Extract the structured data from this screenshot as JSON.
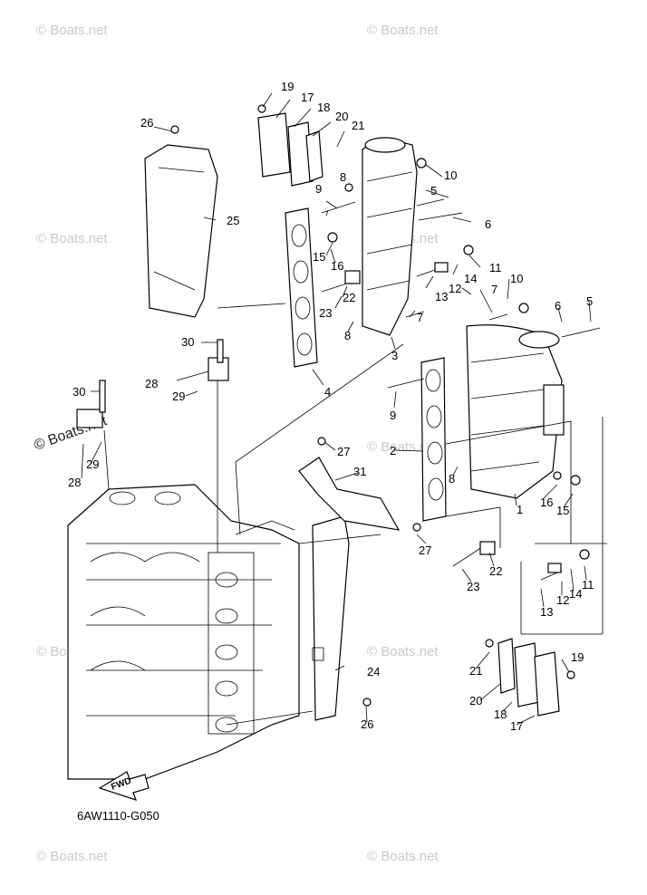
{
  "diagram": {
    "drawing_code": "6AW1110-G050",
    "fwd_label": "FWD",
    "watermark_text": "© Boats.net",
    "colors": {
      "line": "#000000",
      "background": "#ffffff",
      "watermark": "#c9c9c9"
    },
    "callouts": [
      "19",
      "17",
      "18",
      "20",
      "21",
      "26",
      "10",
      "8",
      "9",
      "5",
      "6",
      "25",
      "15",
      "16",
      "11",
      "14",
      "12",
      "13",
      "22",
      "23",
      "10",
      "7",
      "6",
      "5",
      "8",
      "7",
      "3",
      "30",
      "28",
      "29",
      "4",
      "30",
      "9",
      "2",
      "8",
      "27",
      "31",
      "29",
      "28",
      "16",
      "15",
      "1",
      "27",
      "22",
      "23",
      "13",
      "12",
      "14",
      "11",
      "24",
      "21",
      "19",
      "20",
      "18",
      "17",
      "26"
    ]
  }
}
